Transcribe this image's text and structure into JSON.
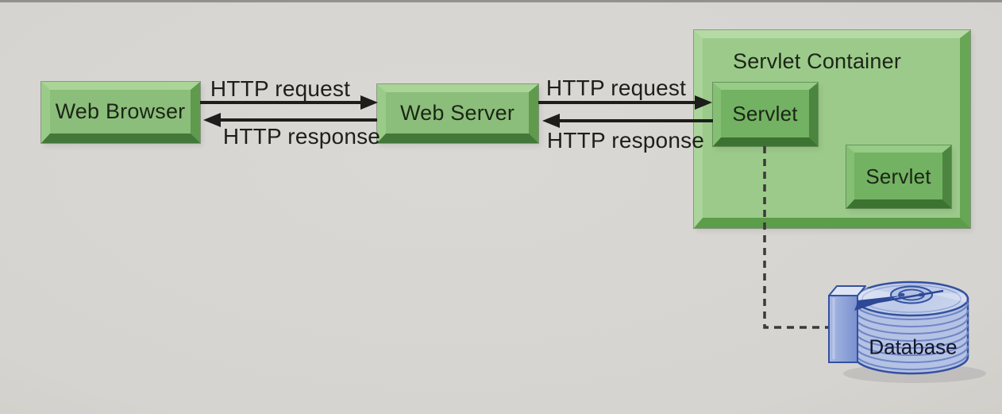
{
  "diagram": {
    "title": "Servlet architecture diagram",
    "nodes": {
      "web_browser": "Web Browser",
      "web_server": "Web Server",
      "servlet_container": "Servlet Container",
      "servlet_a": "Servlet",
      "servlet_b": "Servlet",
      "database": "Database"
    },
    "arrows": {
      "set1": {
        "request": "HTTP request",
        "response": "HTTP response"
      },
      "set2": {
        "request": "HTTP request",
        "response": "HTTP response"
      }
    },
    "connections": {
      "servlet_to_database": "dashed line"
    },
    "colors": {
      "background": "#d6d4d0",
      "node_fill": "#8cbe7b",
      "container_fill": "#9cca8b",
      "servlet_fill": "#73b262",
      "arrow": "#1d1d1b",
      "dashed_line": "#3a3a38",
      "database_outline": "#33519f",
      "database_fill": "#b4c2e4",
      "label_text": "#1b2616"
    }
  }
}
